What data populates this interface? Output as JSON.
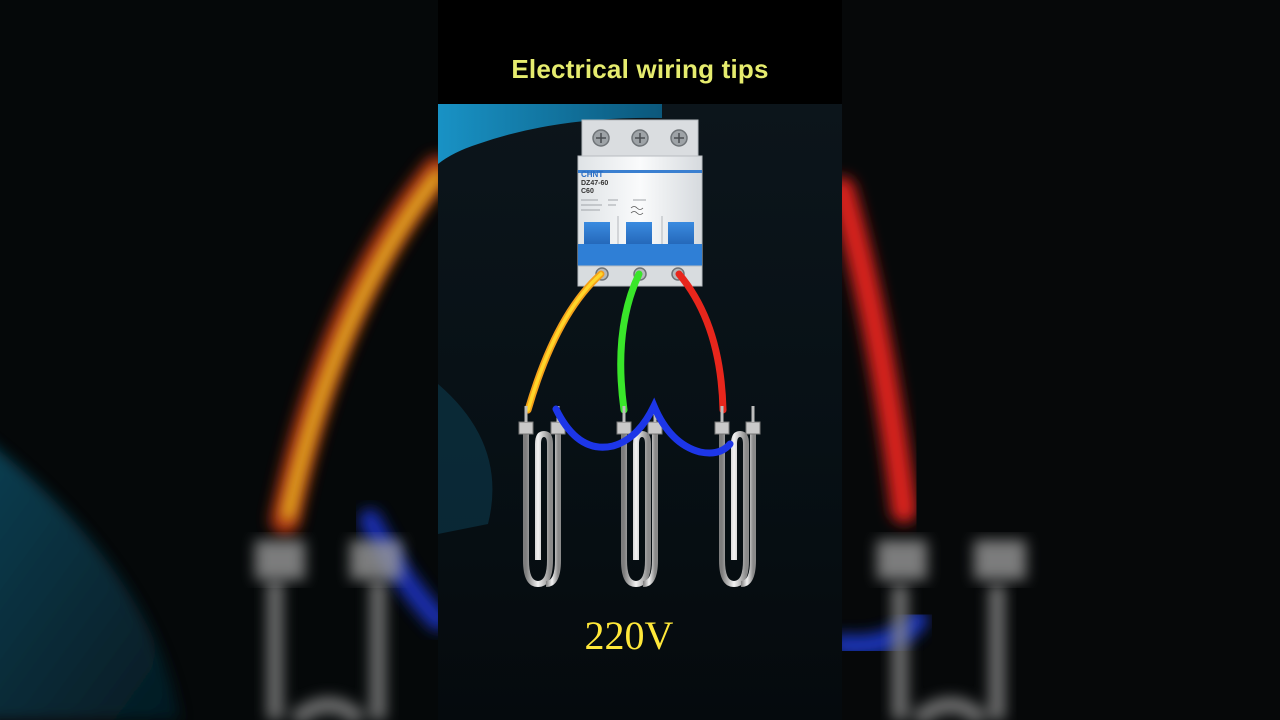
{
  "video": {
    "title": "Electrical wiring tips",
    "voltage_label": "220V"
  },
  "breaker": {
    "brand": "CHNT",
    "model": "DZ47-60",
    "rating": "C60"
  },
  "wires": [
    {
      "name": "yellow-wire",
      "color": "#ffc21a"
    },
    {
      "name": "green-wire",
      "color": "#39e62a"
    },
    {
      "name": "red-wire",
      "color": "#e8261c"
    },
    {
      "name": "blue-wire",
      "color": "#1d36e8"
    }
  ],
  "colors": {
    "title_text": "#e6ec6e",
    "voltage_text": "#ffe83a",
    "background": "#000000",
    "breaker_toggle": "#2f7fd6"
  }
}
